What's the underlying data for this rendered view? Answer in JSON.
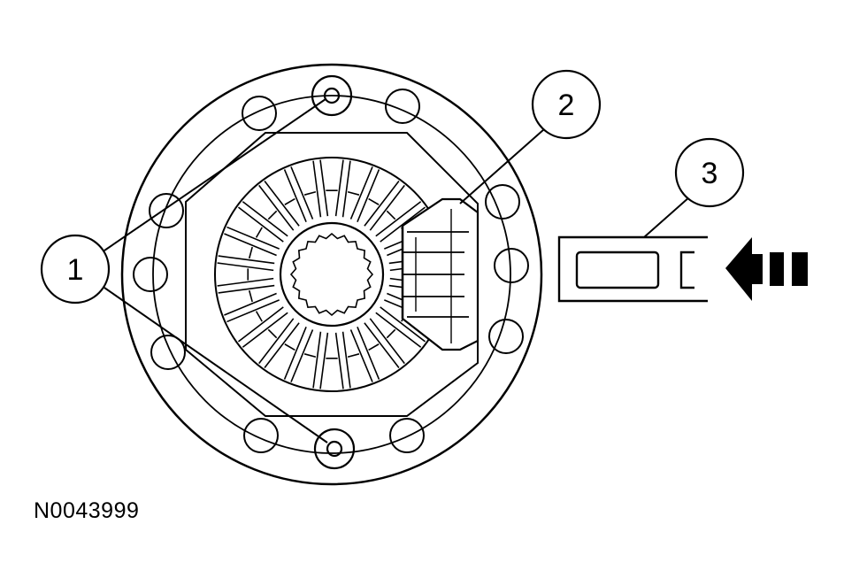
{
  "figure": {
    "id": "N0043999",
    "callouts": [
      {
        "number": "1",
        "target": "differential-case-bolt-holes"
      },
      {
        "number": "2",
        "target": "side-gear"
      },
      {
        "number": "3",
        "target": "tool-slide-in-direction"
      }
    ]
  }
}
